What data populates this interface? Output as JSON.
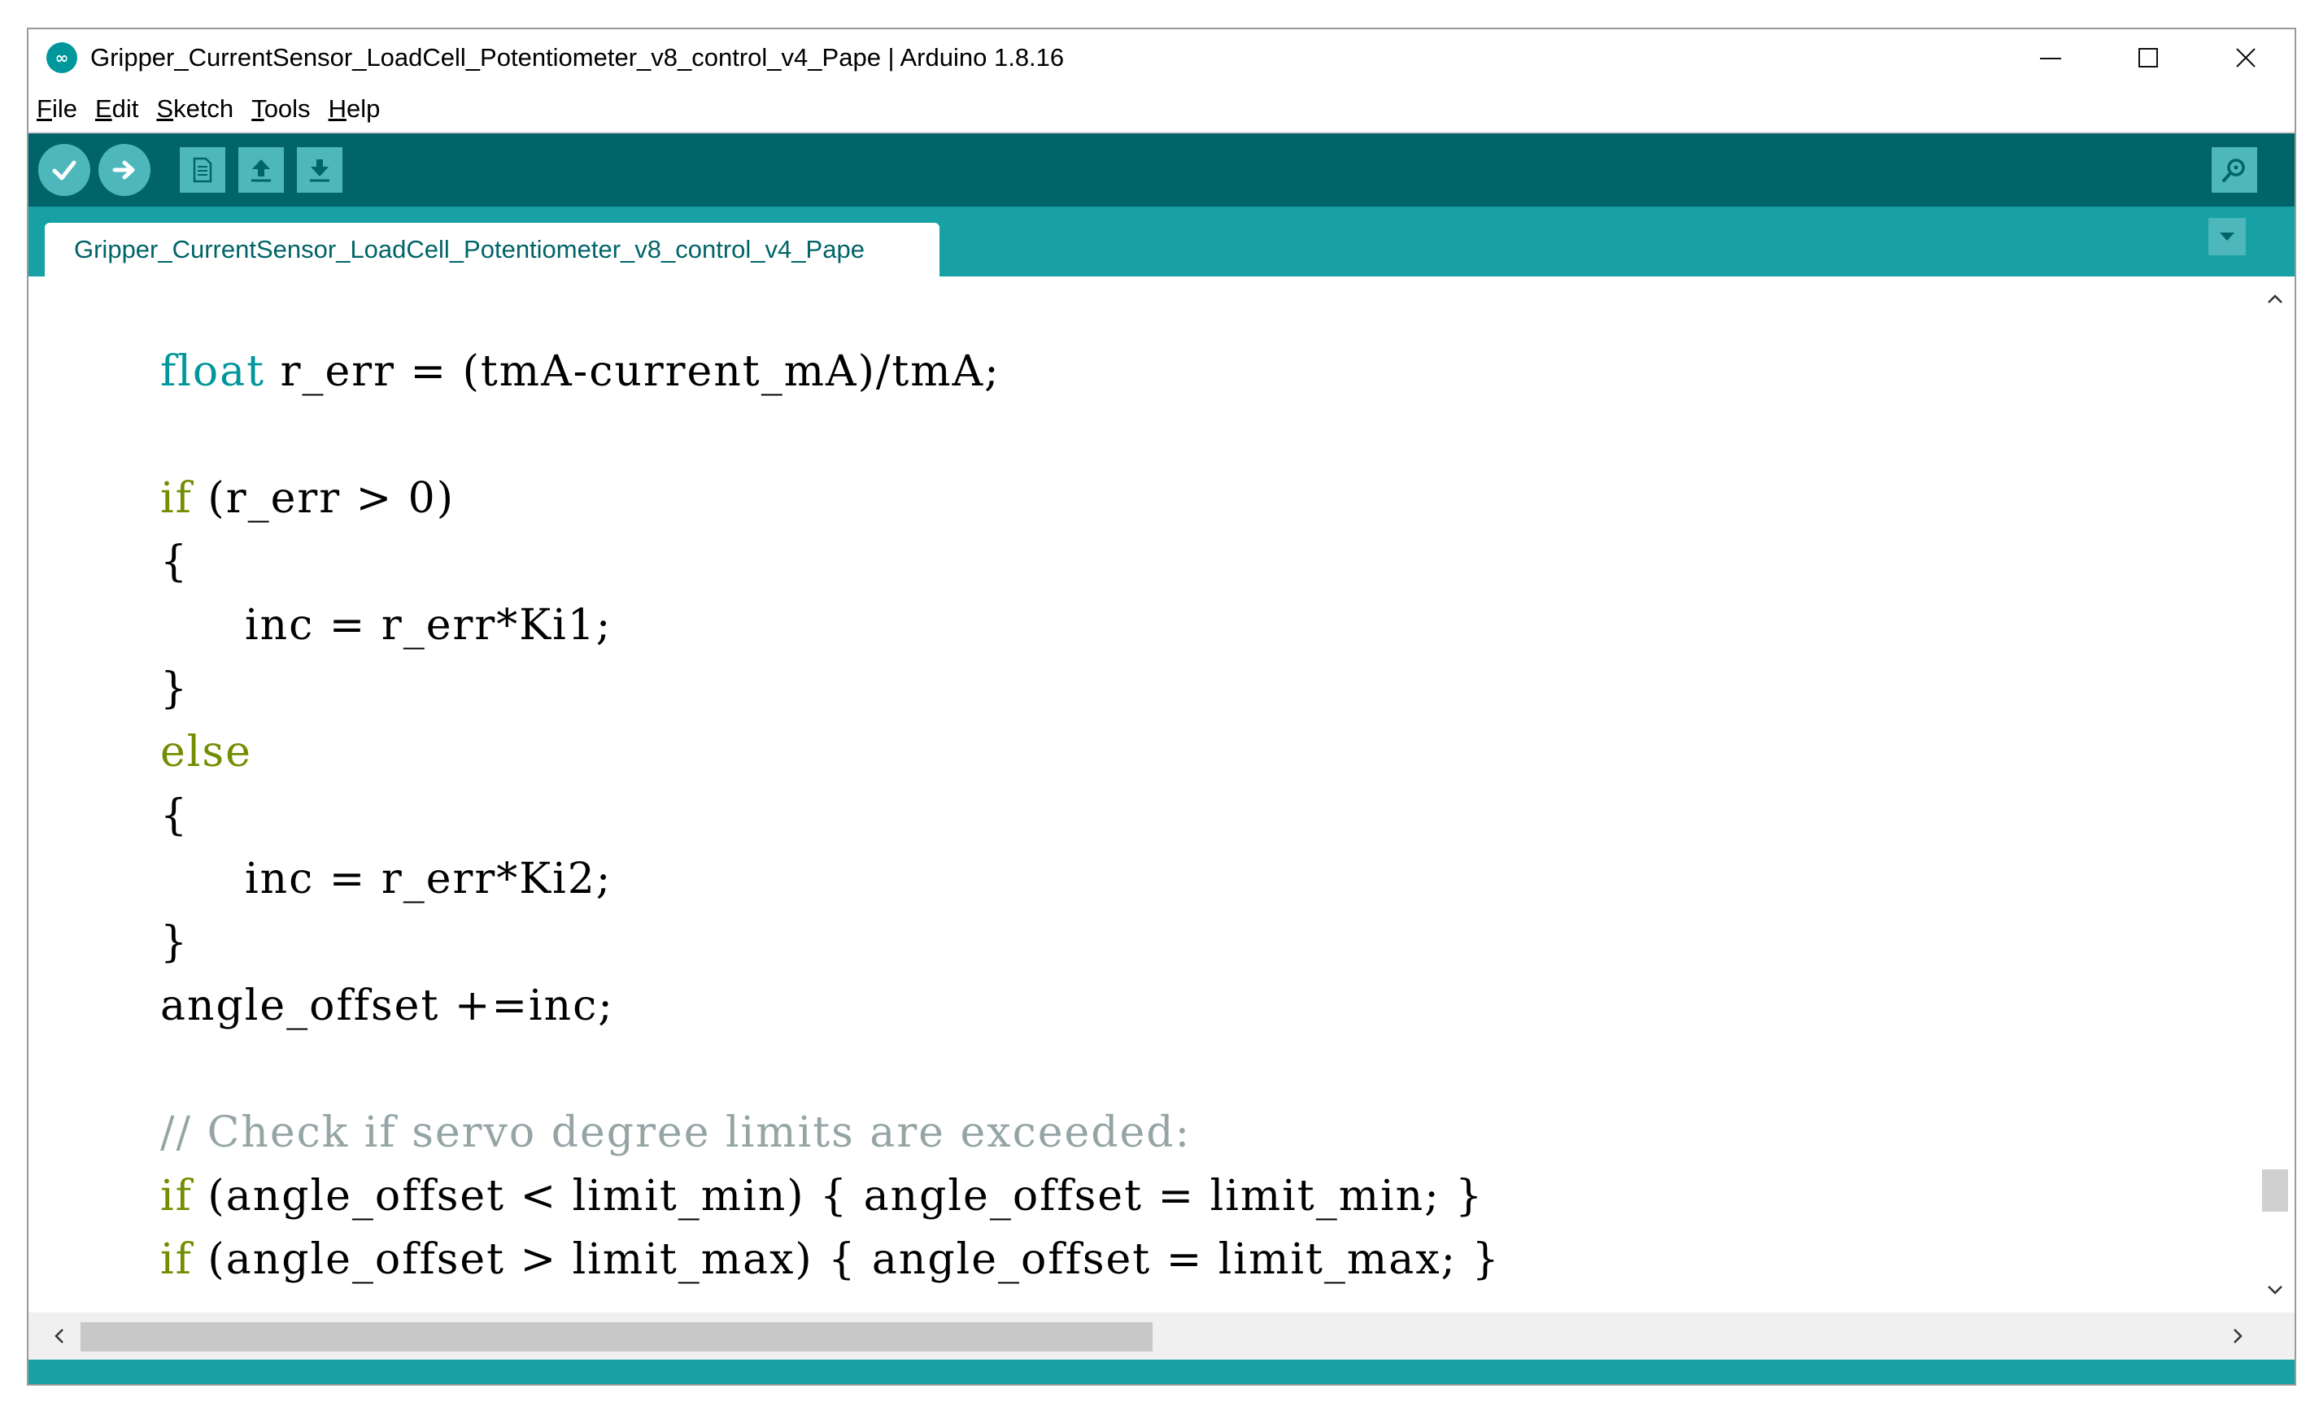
{
  "window": {
    "title": "Gripper_CurrentSensor_LoadCell_Potentiometer_v8_control_v4_Pape | Arduino 1.8.16",
    "app_icon_glyph": "∞",
    "controls": {
      "minimize": "—",
      "maximize": "☐",
      "close": "✕"
    }
  },
  "menu": {
    "items": [
      {
        "mnemonic": "F",
        "rest": "ile"
      },
      {
        "mnemonic": "E",
        "rest": "dit"
      },
      {
        "mnemonic": "S",
        "rest": "ketch"
      },
      {
        "mnemonic": "T",
        "rest": "ools"
      },
      {
        "mnemonic": "H",
        "rest": "elp"
      }
    ]
  },
  "toolbar": {
    "icons": [
      "verify-icon",
      "upload-icon",
      "new-icon",
      "open-icon",
      "save-icon",
      "serial-monitor-icon"
    ]
  },
  "tabs": {
    "active": "Gripper_CurrentSensor_LoadCell_Potentiometer_v8_control_v4_Pape"
  },
  "code": {
    "l1_type": "float",
    "l1_rest": " r_err = (tmA-current_mA)/tmA;",
    "l3_kw": "if",
    "l3_rest": " (r_err > 0)",
    "l4": "{",
    "l5": "inc = r_err*Ki1;",
    "l6": "}",
    "l7_kw": "else",
    "l8": "{",
    "l9": "inc = r_err*Ki2;",
    "l10": "}",
    "l11": "angle_offset +=inc;",
    "l13_comment": "// Check if servo degree limits are exceeded:",
    "l14_kw": "if",
    "l14_rest": " (angle_offset < limit_min) { angle_offset = limit_min; }",
    "l15_kw": "if",
    "l15_rest": " (angle_offset > limit_max) { angle_offset = limit_max; }"
  },
  "colors": {
    "toolbar": "#006468",
    "tabbar": "#17a1a5",
    "button": "#4db7bb",
    "keyword_type": "#00979c",
    "keyword_control": "#728e00",
    "comment": "#95a5a6"
  }
}
